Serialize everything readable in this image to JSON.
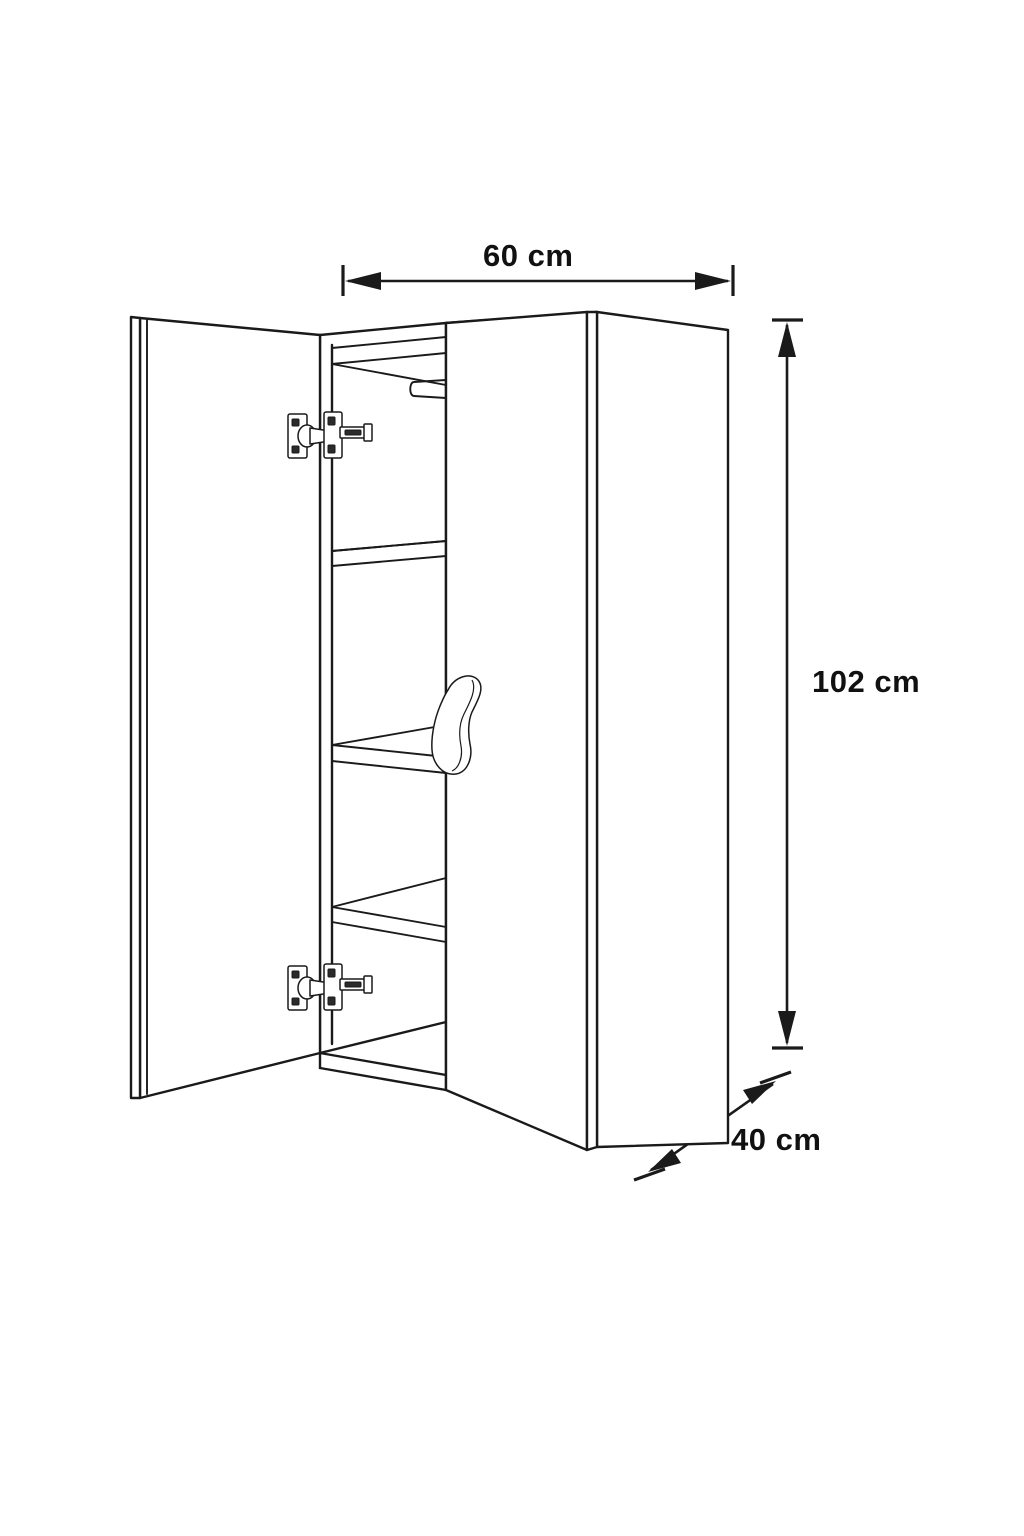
{
  "drawing": {
    "title": "Wall cabinet dimensioned line drawing",
    "view": "three-quarter perspective, left door open",
    "background_color": "#ffffff",
    "line_color": "#1a1a1a"
  },
  "dimensions": {
    "width": {
      "value": "60 cm",
      "name": "width",
      "orientation": "horizontal",
      "position": "top",
      "arrow_style": "double-headed with end ticks"
    },
    "height": {
      "value": "102 cm",
      "name": "height",
      "orientation": "vertical",
      "position": "right",
      "arrow_style": "double-headed with end ticks"
    },
    "depth": {
      "value": "40 cm",
      "name": "depth",
      "orientation": "diagonal",
      "position": "bottom-right",
      "arrow_style": "double-headed with end ticks"
    }
  },
  "components": {
    "open_door": {
      "label": "left door (open)",
      "state": "open"
    },
    "closed_door": {
      "label": "right door (closed)",
      "state": "closed"
    },
    "carcass": {
      "label": "cabinet carcass"
    },
    "handle": {
      "label": "door handle",
      "type": "curved knob"
    },
    "hinges": [
      {
        "label": "upper concealed hinge",
        "type": "concealed cup hinge"
      },
      {
        "label": "lower concealed hinge",
        "type": "concealed cup hinge"
      }
    ],
    "shelves": [
      {
        "label": "top shelf"
      },
      {
        "label": "second shelf"
      },
      {
        "label": "third shelf"
      },
      {
        "label": "fourth shelf"
      }
    ],
    "rail": {
      "label": "hanging rail bracket"
    }
  }
}
